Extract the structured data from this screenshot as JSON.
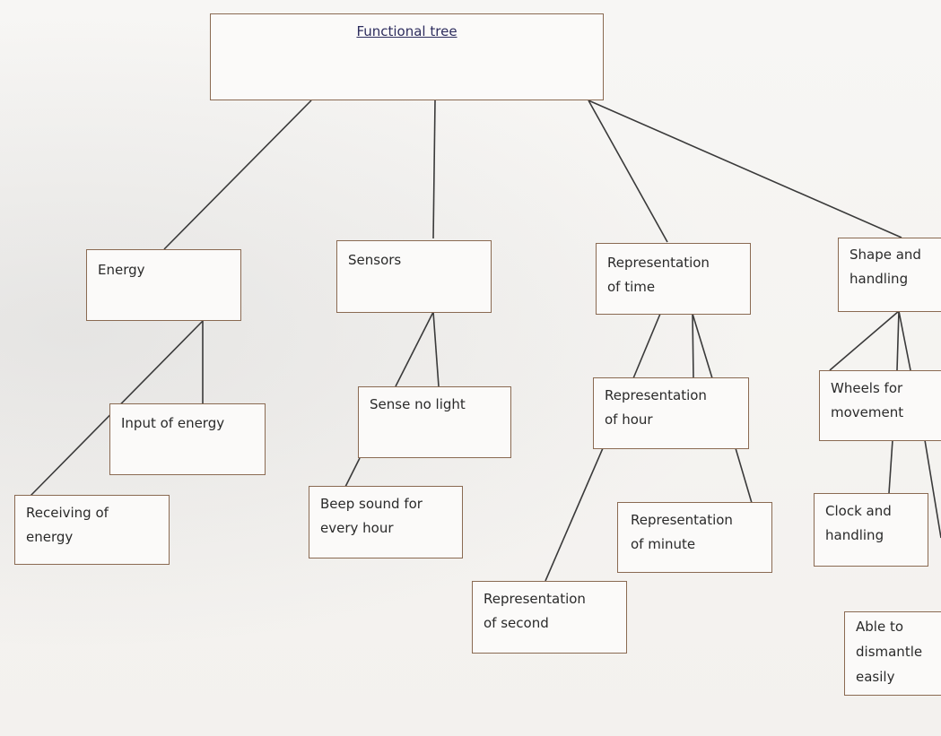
{
  "diagram": {
    "root": {
      "label": "Functional tree"
    },
    "energy": {
      "label": "Energy",
      "children": [
        "Input of energy",
        "Receiving of\nenergy"
      ]
    },
    "sensors": {
      "label": "Sensors",
      "children": [
        "Sense no light",
        "Beep sound for\nevery hour"
      ]
    },
    "time": {
      "label": "Representation\nof time",
      "children": [
        "Representation\nof hour",
        "Representation\nof minute",
        "Representation\nof second"
      ]
    },
    "shape": {
      "label": "Shape and\nhandling",
      "children": [
        "Wheels for\nmovement",
        "Clock and\nhandling",
        "Able to\ndismantle\neasily"
      ]
    }
  }
}
